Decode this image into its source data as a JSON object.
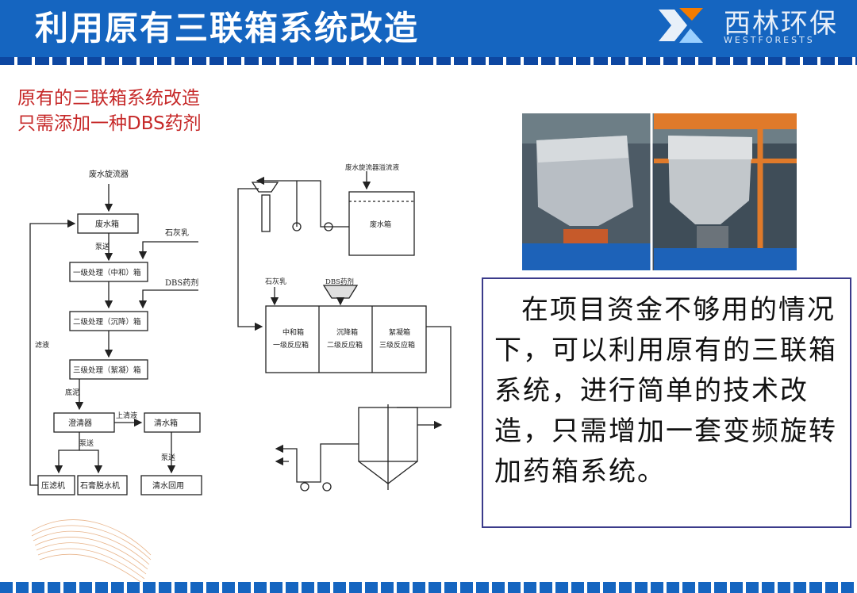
{
  "slide": {
    "title": "利用原有三联箱系统改造",
    "logo": {
      "cn": "西林环保",
      "en": "WESTFORESTS"
    },
    "intro_lines": [
      "原有的三联箱系统改造",
      "只需添加一种DBS药剂"
    ],
    "callout": "在项目资金不够用的情况下，可以利用原有的三联箱系统，进行简单的技术改造，只需增加一套变频旋转加药箱系统。"
  },
  "flowchart": {
    "source": "废水旋流器",
    "tank": "废水箱",
    "pump_label": "泵送",
    "lime": "石灰乳",
    "dbs": "DBS药剂",
    "stage1": "一级处理（中和）箱",
    "stage2": "二级处理（沉降）箱",
    "stage3": "三级处理（絮凝）箱",
    "sludge": "底泥",
    "clarifier": "澄清器",
    "overflow": "上清液",
    "clear_tank": "清水箱",
    "pump2": "泵送",
    "pump3": "泵送",
    "press": "压滤机",
    "gypsum": "石膏脱水机",
    "reuse": "清水回用",
    "return": "滤液"
  },
  "schematic": {
    "overflow_label": "废水旋流器溢流液",
    "tank_label": "废水箱",
    "lime": "石灰乳",
    "dbs": "DBS药剂",
    "box1": [
      "中和箱",
      "一级反应箱"
    ],
    "box2": [
      "沉降箱",
      "二级反应箱"
    ],
    "box3": [
      "絮凝箱",
      "三级反应箱"
    ]
  },
  "colors": {
    "header": "#1565c0",
    "intro_text": "#c62828",
    "callout_border": "#3b3b8a"
  }
}
